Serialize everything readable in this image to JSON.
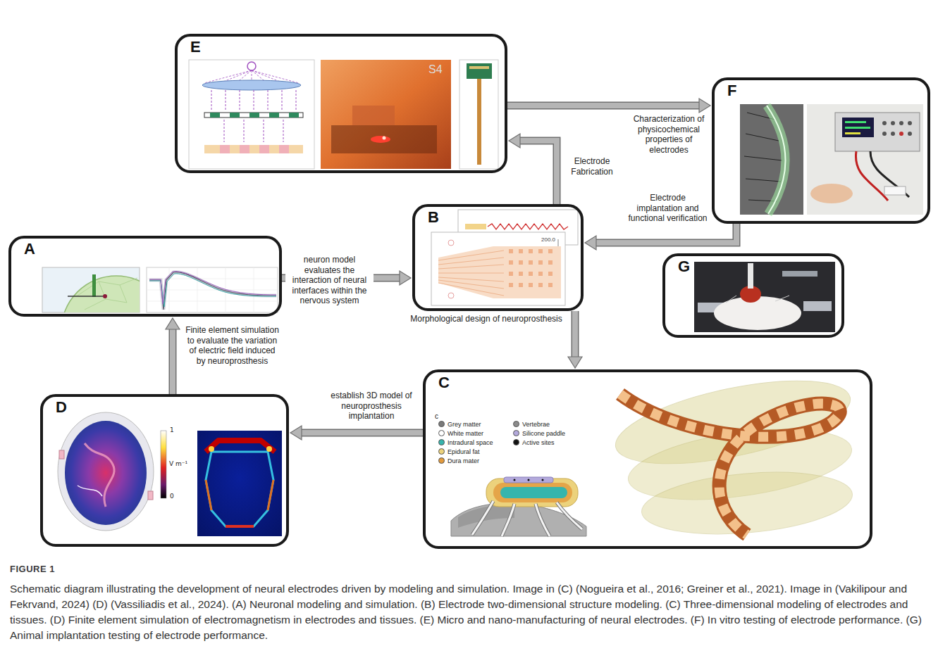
{
  "diagram": {
    "title": "FIGURE 1",
    "caption": "Schematic diagram illustrating the development of neural electrodes driven by modeling and simulation. Image in (C) (Nogueira et al., 2016; Greiner et al., 2021). Image in (Vakilipour and Fekrvand, 2024) (D) (Vassiliadis et al., 2024). (A) Neuronal modeling and simulation. (B) Electrode two-dimensional structure modeling. (C) Three-dimensional modeling of electrodes and tissues. (D) Finite element simulation of electromagnetism in electrodes and tissues. (E) Micro and nano-manufacturing of neural electrodes. (F) In vitro testing of electrode performance. (G) Animal implantation testing of electrode performance.",
    "nodes": [
      {
        "text": [
          "A"
        ]
      },
      {
        "text": [
          "B",
          "Morphological design of neuroprosthesis"
        ]
      },
      {
        "text": [
          "C"
        ]
      },
      {
        "text": [
          "D"
        ]
      },
      {
        "text": [
          "E"
        ]
      },
      {
        "text": [
          "F"
        ]
      },
      {
        "text": [
          "G"
        ]
      }
    ],
    "edges": [
      {
        "from": 0,
        "to": 1,
        "arrow": "to",
        "label": "neuron model evaluates the interaction of neural interfaces within the nervous system"
      },
      {
        "from": 1,
        "to": 2,
        "arrow": "to"
      },
      {
        "from": 2,
        "to": 3,
        "arrow": "to",
        "label": "establish 3D model of neuroprosthesis implantation"
      },
      {
        "from": 3,
        "to": 0,
        "arrow": "to",
        "label": "Finite element simulation to evaluate the variation of electric field induced by neuroprosthesis"
      },
      {
        "from": 1,
        "to": 4,
        "arrow": "to",
        "label": "Electrode Fabrication"
      },
      {
        "from": 4,
        "to": 5,
        "arrow": "to",
        "label": "Characterization of physicochemical properties of electrodes"
      },
      {
        "from": 5,
        "to": 1,
        "arrow": "to",
        "label": "Electrode implantation and functional verification"
      }
    ],
    "labels": [
      "c",
      "S4",
      "200.0",
      "1",
      "V m⁻¹",
      "0"
    ],
    "legend": [
      {
        "text": "Grey matter",
        "color": "#7a7a7a"
      },
      {
        "text": "White matter",
        "color": "#ffffff"
      },
      {
        "text": "Intradural space",
        "color": "#36b5ad"
      },
      {
        "text": "Epidural fat",
        "color": "#ecd27c"
      },
      {
        "text": "Dura mater",
        "color": "#e39a3c"
      },
      {
        "text": "Vertebrae",
        "color": "#8c8c8c"
      },
      {
        "text": "Silicone paddle",
        "color": "#b3a9dc"
      },
      {
        "text": "Active sites",
        "color": "#111111"
      }
    ]
  }
}
